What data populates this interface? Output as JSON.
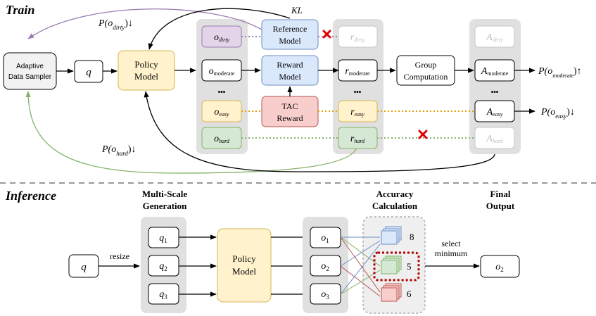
{
  "train": {
    "title": "Train",
    "kl": "KL",
    "p_dirty": {
      "p": "P(o",
      "sub": "dirty",
      "tail": ")↓"
    },
    "p_hard": {
      "p": "P(o",
      "sub": "hard",
      "tail": ")↓"
    },
    "p_moderate": {
      "p": "P(o",
      "sub": "moderate",
      "tail": ")↑"
    },
    "p_easy": {
      "p": "P(o",
      "sub": "easy",
      "tail": ")↓"
    },
    "sampler": {
      "line1": "Adaptive",
      "line2": "Data Sampler"
    },
    "q": "q",
    "policy": {
      "line1": "Policy",
      "line2": "Model"
    },
    "reference": {
      "line1": "Reference",
      "line2": "Model"
    },
    "reward": {
      "line1": "Reward",
      "line2": "Model"
    },
    "tac": {
      "line1": "TAC",
      "line2": "Reward"
    },
    "group": {
      "line1": "Group",
      "line2": "Computation"
    },
    "outputs": [
      {
        "base": "o",
        "sub": "dirty"
      },
      {
        "base": "o",
        "sub": "moderate"
      },
      {
        "base": "o",
        "sub": "easy"
      },
      {
        "base": "o",
        "sub": "hard"
      }
    ],
    "rewards": [
      {
        "base": "r",
        "sub": "dirty"
      },
      {
        "base": "r",
        "sub": "moderate"
      },
      {
        "base": "r",
        "sub": "easy"
      },
      {
        "base": "r",
        "sub": "hard"
      }
    ],
    "advantages": [
      {
        "base": "A",
        "sub": "dirty"
      },
      {
        "base": "A",
        "sub": "moderate"
      },
      {
        "base": "A",
        "sub": "easy"
      },
      {
        "base": "A",
        "sub": "hard"
      }
    ],
    "ellipsis": "•••"
  },
  "inference": {
    "title": "Inference",
    "multiscale": {
      "line1": "Multi-Scale",
      "line2": "Generation"
    },
    "accuracy": {
      "line1": "Accuracy",
      "line2": "Calculation"
    },
    "final": {
      "line1": "Final",
      "line2": "Output"
    },
    "q": "q",
    "resize": "resize",
    "scaled_q": [
      {
        "base": "q",
        "sub": "1"
      },
      {
        "base": "q",
        "sub": "2"
      },
      {
        "base": "q",
        "sub": "3"
      }
    ],
    "policy": {
      "line1": "Policy",
      "line2": "Model"
    },
    "outs": [
      {
        "base": "o",
        "sub": "1"
      },
      {
        "base": "o",
        "sub": "2"
      },
      {
        "base": "o",
        "sub": "3"
      }
    ],
    "scores": [
      "8",
      "5",
      "6"
    ],
    "select": {
      "line1": "select",
      "line2": "minimum"
    },
    "result": {
      "base": "o",
      "sub": "2"
    }
  },
  "colors": {
    "purple_fill": "#e3d4ea",
    "purple_stroke": "#9b7bb3",
    "blue_fill": "#dae8fc",
    "blue_stroke": "#6c8ebf",
    "yellow_fill": "#fff2cc",
    "yellow_stroke": "#d6b656",
    "red_fill": "#f8cecc",
    "red_stroke": "#b85450",
    "green_fill": "#d5e8d4",
    "green_stroke": "#82b366",
    "gray_panel": "#e0e0e0",
    "orange_dot": "#e5a000"
  }
}
